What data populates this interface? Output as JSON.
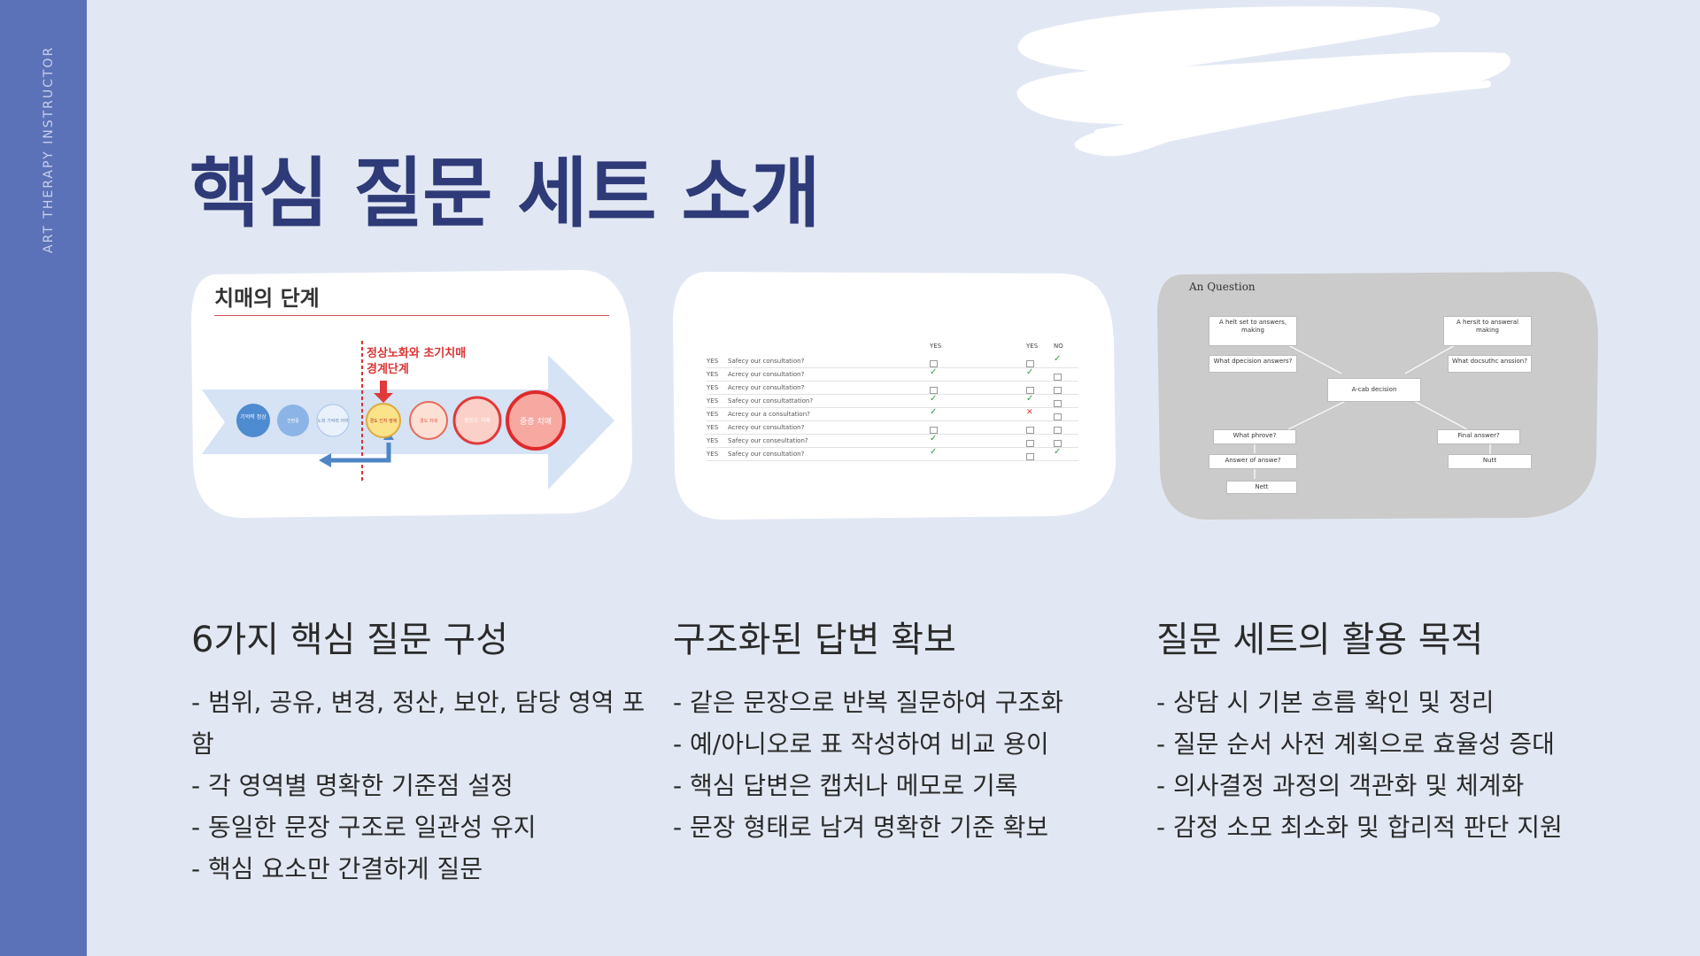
{
  "sidebar": {
    "label": "ART THERAPY INSTRUCTOR"
  },
  "title": "핵심 질문 세트 소개",
  "cards": {
    "dementia": {
      "title": "치매의 단계",
      "label_line1": "정상노화와 초기치매",
      "label_line2": "경계단계",
      "stages": [
        "기억력 정상",
        "건망증",
        "노화 기억력 저하",
        "경도 인지 장애",
        "경도 치매",
        "중등도 치매",
        "중증 치매"
      ]
    },
    "table": {
      "headers": [
        "YES",
        "YES",
        "NO"
      ],
      "rows": [
        {
          "yn": "YES",
          "text": "Safecy our consultation?"
        },
        {
          "yn": "YES",
          "text": "Acrecy our consultation?"
        },
        {
          "yn": "YES",
          "text": "Acrecy our consultation?"
        },
        {
          "yn": "YES",
          "text": "Safecy our consultattation?"
        },
        {
          "yn": "YES",
          "text": "Acrecy our a consultation?"
        },
        {
          "yn": "YES",
          "text": "Acrecy our consultation?"
        },
        {
          "yn": "YES",
          "text": "Safecy our conseultation?"
        },
        {
          "yn": "YES",
          "text": "Safecy our consultation?"
        }
      ]
    },
    "question": {
      "title": "An Question",
      "box_tl": "A helt set to answers, making",
      "box_tr": "A hersit to answeral making",
      "box_tl2": "What dpecision answers?",
      "box_tr2": "What docsuthc anssion?",
      "box_center": "A-cab decision",
      "box_bl1": "What phrove?",
      "box_bl2": "Answer of answe?",
      "box_bl3": "Nett",
      "box_br1": "Final answer?",
      "box_br2": "Nutt"
    }
  },
  "columns": [
    {
      "heading": "6가지 핵심 질문 구성",
      "items": [
        "범위, 공유, 변경, 정산, 보안, 담당 영역 포함",
        "각 영역별 명확한 기준점 설정",
        "동일한 문장 구조로 일관성 유지",
        "핵심 요소만 간결하게 질문"
      ]
    },
    {
      "heading": "구조화된 답변 확보",
      "items": [
        "같은 문장으로 반복 질문하여 구조화",
        "예/아니오로 표 작성하여 비교 용이",
        "핵심 답변은 캡처나 메모로 기록",
        "문장 형태로 남겨 명확한 기준 확보"
      ]
    },
    {
      "heading": "질문 세트의 활용 목적",
      "items": [
        "상담 시 기본 흐름 확인 및 정리",
        "질문 순서 사전 계획으로 효율성 증대",
        "의사결정 과정의 객관화 및 체계화",
        "감정 소모 최소화 및 합리적 판단 지원"
      ]
    }
  ],
  "colors": {
    "background": "#e2e8f3",
    "sidebar": "#5b72b8",
    "title": "#2f3a78",
    "accent_red": "#d33333"
  }
}
